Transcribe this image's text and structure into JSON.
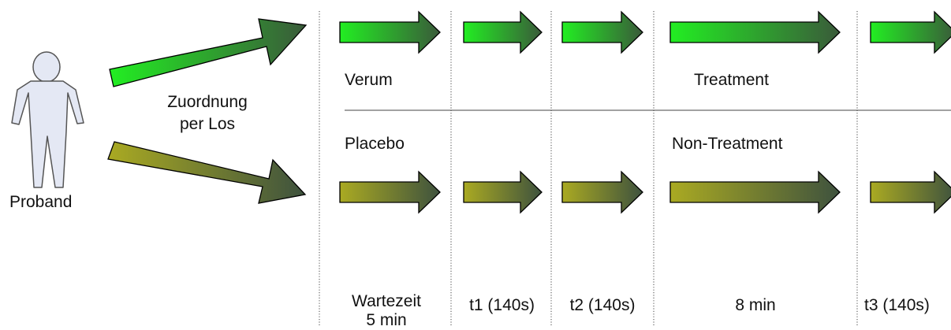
{
  "subject": {
    "label": "Proband",
    "icon": "person-icon"
  },
  "assignment": {
    "line1": "Zuordnung",
    "line2": "per Los"
  },
  "groups": [
    {
      "label": "Verum",
      "phase_label": "Treatment",
      "color_start": "#22ee22",
      "color_end": "#3a5a3a"
    },
    {
      "label": "Placebo",
      "phase_label": "Non-Treatment",
      "color_start": "#aaaa22",
      "color_end": "#3e523e"
    }
  ],
  "phases": [
    {
      "line1": "Wartezeit",
      "line2": "5 min"
    },
    {
      "line1": "t1 (140s)"
    },
    {
      "line1": "t2 (140s)"
    },
    {
      "line1": "8 min"
    },
    {
      "line1": "t3 (140s)"
    }
  ],
  "colors": {
    "person_fill": "#e4e8f4",
    "person_stroke": "#555555",
    "divider": "#444444"
  }
}
